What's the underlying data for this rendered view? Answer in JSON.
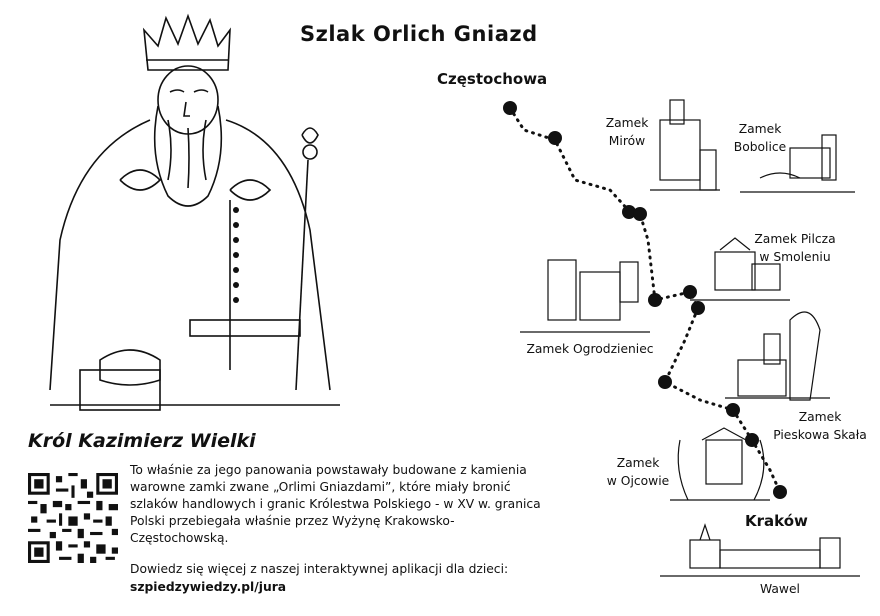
{
  "title": "Szlak Orlich Gniazd",
  "king": {
    "title": "Król Kazimierz Wielki",
    "description": "To właśnie za jego panowania powstawały budowane z kamienia warowne zamki zwane „Orlimi Gniazdami”, które miały bronić szlaków handlowych i granic Królestwa Polskiego - w XV w. granica Polski przebiegała właśnie przez Wyżynę Krakowsko-Częstochowską.",
    "promo": "Dowiedz się więcej z naszej interaktywnej aplikacji dla dzieci:",
    "url": "szpiedzywiedzy.pl/jura"
  },
  "route": {
    "start": "Częstochowa",
    "end": "Kraków"
  },
  "castles": [
    {
      "line1": "Zamek",
      "line2": "Mirów"
    },
    {
      "line1": "Zamek",
      "line2": "Bobolice"
    },
    {
      "line1": "Zamek Pilcza",
      "line2": "w Smoleniu"
    },
    {
      "line1": "Zamek Ogrodzieniec",
      "line2": ""
    },
    {
      "line1": "Zamek",
      "line2": "Pieskowa Skała"
    },
    {
      "line1": "Zamek",
      "line2": "w Ojcowie"
    },
    {
      "line1": "Wawel",
      "line2": ""
    }
  ],
  "colors": {
    "ink": "#111111",
    "background": "#ffffff"
  },
  "icons": [
    "king-illustration",
    "qr-code",
    "castle-drawing",
    "route-marker"
  ]
}
